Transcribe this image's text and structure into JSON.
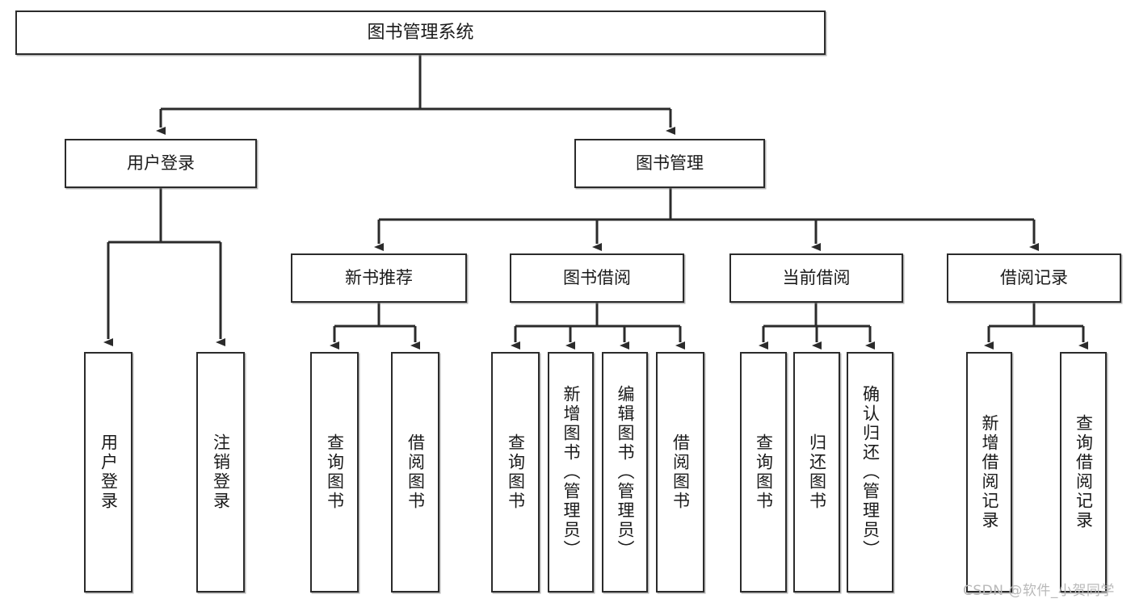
{
  "diagram": {
    "type": "tree-hierarchy",
    "title": "图书管理系统",
    "watermark": "CSDN @软件_小贺同学",
    "colors": {
      "box_border": "#2b2b2b",
      "box_fill": "#ffffff",
      "connector": "#2b2b2b",
      "text": "#1a1a1a",
      "watermark": "#b9b9b9",
      "background": "#ffffff"
    },
    "levels": {
      "root": {
        "label": "图书管理系统"
      },
      "level2": [
        {
          "label": "用户登录"
        },
        {
          "label": "图书管理"
        }
      ],
      "level3": [
        {
          "label": "新书推荐"
        },
        {
          "label": "图书借阅"
        },
        {
          "label": "当前借阅"
        },
        {
          "label": "借阅记录"
        }
      ],
      "leaves": {
        "user_login": [
          {
            "label": "用户登录"
          },
          {
            "label": "注销登录"
          }
        ],
        "new_book_recommend": [
          {
            "label": "查询图书"
          },
          {
            "label": "借阅图书"
          }
        ],
        "book_borrow": [
          {
            "label": "查询图书"
          },
          {
            "label": "新增图书（管理员）"
          },
          {
            "label": "编辑图书（管理员）"
          },
          {
            "label": "借阅图书"
          }
        ],
        "current_borrow": [
          {
            "label": "查询图书"
          },
          {
            "label": "归还图书"
          },
          {
            "label": "确认归还（管理员）"
          }
        ],
        "borrow_record": [
          {
            "label": "新增借阅记录"
          },
          {
            "label": "查询借阅记录"
          }
        ]
      }
    }
  }
}
